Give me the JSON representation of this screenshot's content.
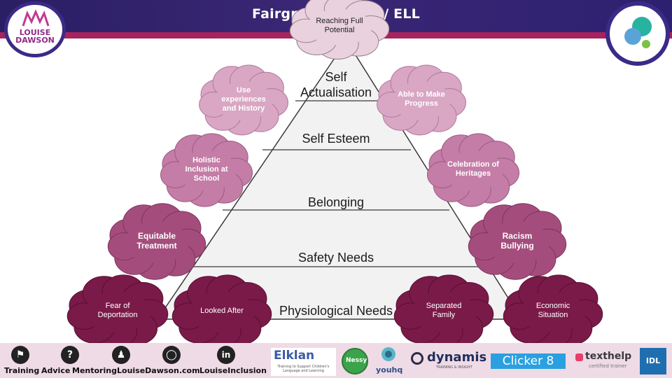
{
  "header": {
    "title": "Fairground - EAL / ELL"
  },
  "logo_left": {
    "text_line1": "LOUISE",
    "text_line2": "DAWSON"
  },
  "pyramid": {
    "top_cloud": "Reaching Full Potential",
    "levels": [
      {
        "label_line1": "Self",
        "label_line2": "Actualisation"
      },
      {
        "label": "Self Esteem"
      },
      {
        "label": "Belonging"
      },
      {
        "label": "Safety Needs"
      },
      {
        "label": "Physiological Needs"
      }
    ]
  },
  "clouds": {
    "use_experiences": "Use experiences and History",
    "able_to_make_progress": "Able to Make Progress",
    "holistic_inclusion": "Holistic Inclusion at School",
    "celebration_heritages": "Celebration of Heritages",
    "equitable_treatment": "Equitable Treatment",
    "racism_bullying": "Racism Bullying",
    "fear_deportation": "Fear of Deportation",
    "looked_after": "Looked After",
    "separated_family": "Separated Family",
    "economic_situation": "Economic Situation"
  },
  "colors": {
    "header": "#2e2070",
    "accent_strip": "#a8225e",
    "cloud_light": "#d9a6c4",
    "cloud_mid": "#c47da6",
    "cloud_dark": "#a44d7d",
    "cloud_darkest": "#7a1a48"
  },
  "footer": {
    "items": [
      {
        "label": "Training",
        "icon": "flag-icon"
      },
      {
        "label": "Advice",
        "icon": "question-icon"
      },
      {
        "label": "Mentoring",
        "icon": "people-icon"
      },
      {
        "label": "LouiseDawson.com",
        "icon": "globe-icon"
      },
      {
        "label": "LouiseInclusion",
        "icon": "linkedin-icon"
      }
    ],
    "brands": {
      "elklan": "Elklan",
      "elklan_sub": "Training to Support Children's Language and Learning",
      "nessy": "Nessy",
      "youhq": "youhq",
      "dynamis": "dynamis",
      "dynamis_sub": "TRAINING & INSIGHT",
      "clicker": "Clicker 8",
      "texthelp": "texthelp",
      "texthelp_sub": "certified trainer",
      "idl": "IDL"
    }
  }
}
